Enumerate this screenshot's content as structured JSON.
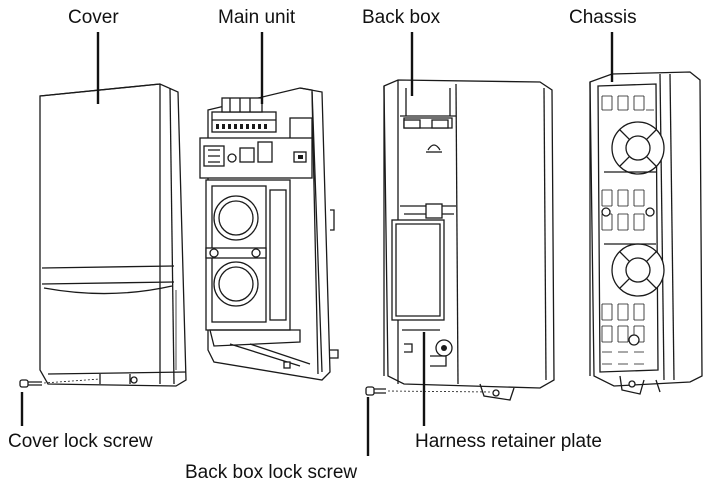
{
  "labels": {
    "cover": "Cover",
    "main_unit": "Main unit",
    "back_box": "Back box",
    "chassis": "Chassis",
    "cover_lock_screw": "Cover lock screw",
    "harness_retainer_plate": "Harness retainer plate",
    "back_box_lock_screw": "Back box lock screw"
  }
}
